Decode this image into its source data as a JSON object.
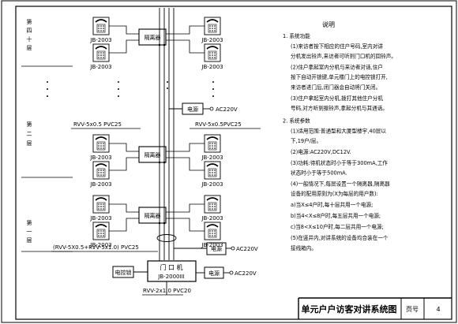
{
  "floors": {
    "top": "第四十层",
    "second": "第二层",
    "first": "第一层"
  },
  "dots": "·  ·  ·",
  "labels": {
    "phone_model": "JB-2003",
    "isolator": "隔离器",
    "power": "电源",
    "ac220": "AC220V",
    "cable_left": "RVV-5x0.5 PVC25",
    "cable_right": "RVV-5x0.5PVC25",
    "cable_main": "(RVV-5X0.5+RVV-5x1.0)  PVC25",
    "door_unit_line1": "门 口 机",
    "door_unit_line2": "JB-2000III",
    "lock": "电控锁",
    "cable_bottom": "RVV-2x1.0  PVC20"
  },
  "notes": {
    "heading": "说明",
    "sections": [
      {
        "title": "1. 系统功能",
        "items": [
          [
            "(1)来访者按下相应的住户号码,室内对讲",
            "分机发出铃声,来访者可听到门口机的回铃声。"
          ],
          [
            "(2)住户拿起室内分机与来访者对话,住户",
            "按下自动开锁键,单元楼门上的电控锁打开,",
            "来访者进门后,闭门器会自动将门关闭。"
          ],
          [
            "(3)住户拿起室内分机,拨打其他住户分机",
            "号码,对方听到振铃声,拿起分机与其通话。"
          ]
        ]
      },
      {
        "title": "2. 系统参数",
        "items": [
          [
            "(1)适用范围:普通型和大厦型楼宇,40层以",
            "下,19户/层。"
          ],
          [
            "(2)电源:AC220V,DC12V."
          ],
          [
            "(3)功耗:待机状态时小于等于300mA,工作",
            "状态时小于等于500mA."
          ],
          [
            "(4)一般情况下,每层设置一个隔离器,隔离器",
            "设备的配用原则为(X为每层的用户数):"
          ],
          [
            "a)当X≤4户时,每十层共用一个电源;"
          ],
          [
            "b)当4<X≤8户时,每五层共用一个电源;"
          ],
          [
            "c)当8<X≤10户时,每二层共用一个电源;"
          ],
          [
            "(5)在竖井内,对讲系统的设备均合装在一个",
            "接线箱内。"
          ]
        ]
      }
    ]
  },
  "title_block": {
    "title": "单元户户访客对讲系统图",
    "page_label": "页号",
    "page_number": "4"
  }
}
